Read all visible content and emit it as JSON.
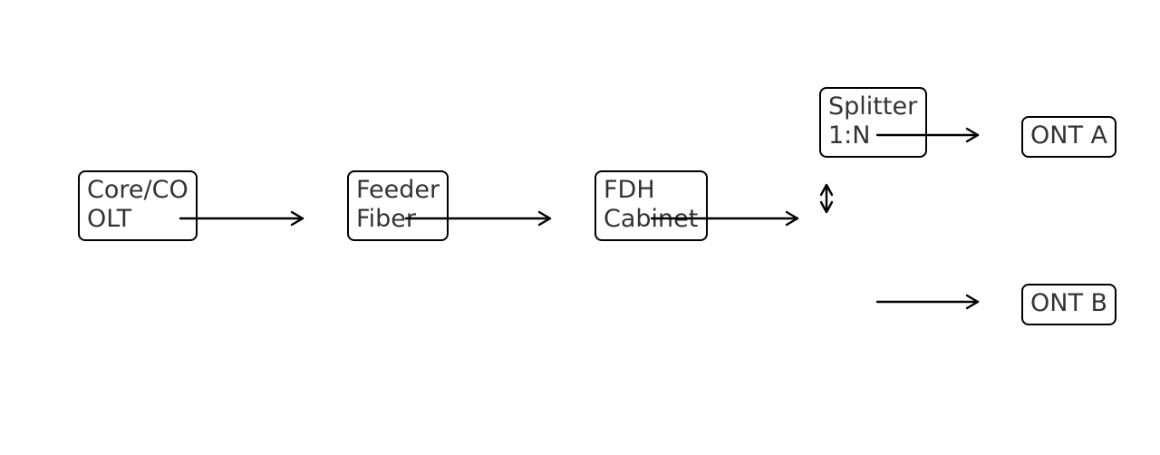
{
  "diagram": {
    "nodes": [
      {
        "id": "core",
        "lines": [
          "Core/CO",
          "OLT"
        ]
      },
      {
        "id": "feeder",
        "lines": [
          "Feeder",
          "Fiber"
        ]
      },
      {
        "id": "fdh",
        "lines": [
          "FDH",
          "Cabinet"
        ]
      },
      {
        "id": "splitter",
        "lines": [
          "Splitter",
          "1:N"
        ]
      },
      {
        "id": "onta",
        "lines": [
          "ONT A"
        ]
      },
      {
        "id": "ontb",
        "lines": [
          "ONT B"
        ]
      }
    ],
    "edges": [
      {
        "from": "core",
        "to": "feeder"
      },
      {
        "from": "feeder",
        "to": "fdh"
      },
      {
        "from": "fdh",
        "to": "splitter"
      },
      {
        "from": "splitter",
        "to": "onta"
      },
      {
        "from": "splitter",
        "to": "ontb"
      }
    ]
  },
  "colors": {
    "stroke": "#000000",
    "text": "#333333",
    "background": "#ffffff"
  }
}
